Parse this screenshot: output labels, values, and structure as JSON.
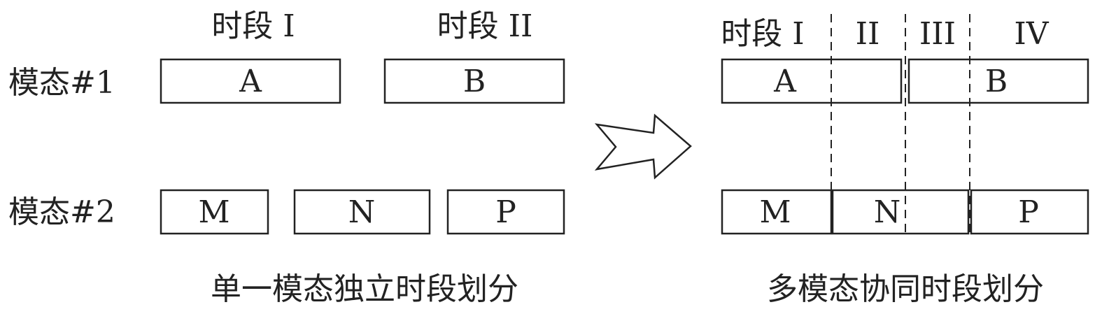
{
  "left": {
    "period_labels": [
      "时段 I",
      "时段 II"
    ],
    "mode_labels": [
      "模态#1",
      "模态#2"
    ],
    "mode1_boxes": [
      "A",
      "B"
    ],
    "mode2_boxes": [
      "M",
      "N",
      "P"
    ],
    "caption": "单一模态独立时段划分"
  },
  "right": {
    "period_labels": [
      "时段 I",
      "II",
      "III",
      "IV"
    ],
    "mode1_boxes": [
      "A",
      "B"
    ],
    "mode2_boxes": [
      "M",
      "N",
      "P"
    ],
    "caption": "多模态协同时段划分"
  },
  "arrow_icon": "right-arrow-icon"
}
